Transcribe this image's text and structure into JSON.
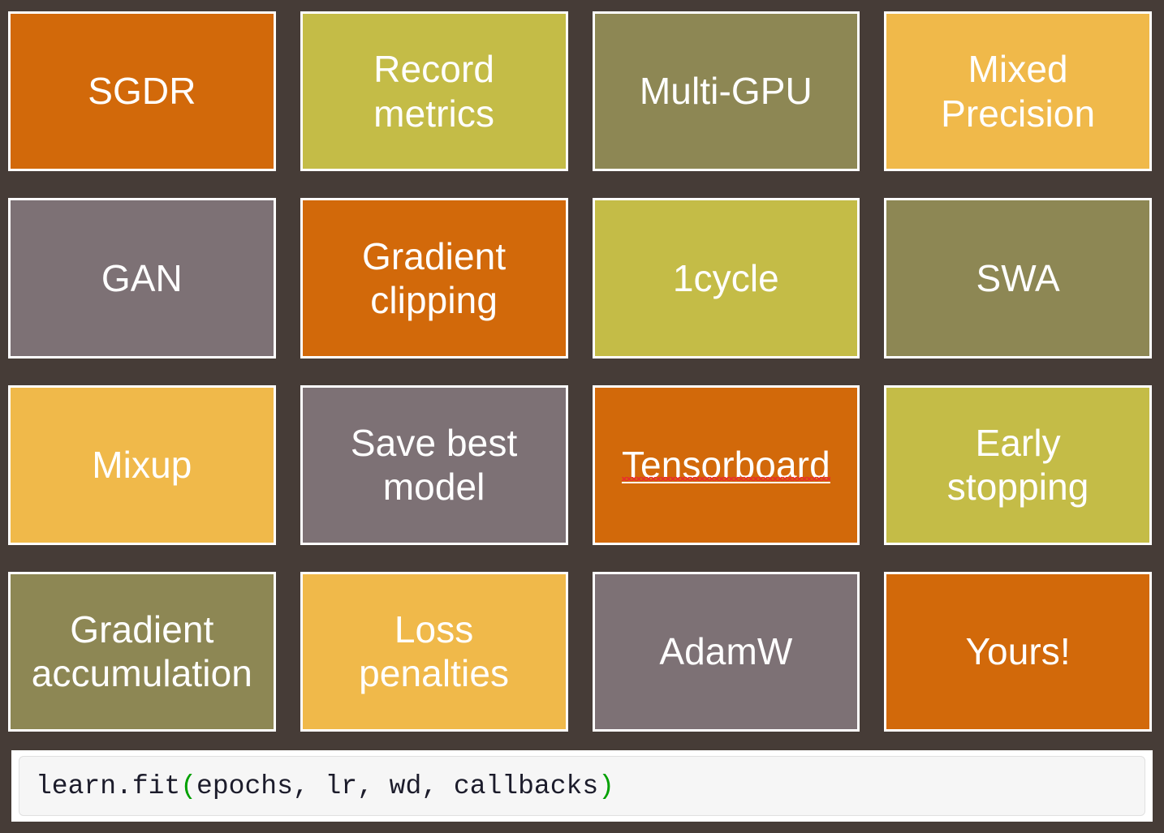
{
  "slide": {
    "background_color": "#463c37",
    "title": "fastai callbacks grid"
  },
  "palette": {
    "orange": "#d2690a",
    "olive_yellow": "#c4bc47",
    "dark_olive": "#8d8754",
    "amber": "#f0b94a",
    "mauve_gray": "#7d7175",
    "tile_border": "#ffffff",
    "tile_text": "#ffffff",
    "spellcheck_squiggle": "#e8312a"
  },
  "grid": {
    "columns": 4,
    "rows": 4,
    "tiles": [
      {
        "label": "SGDR",
        "color": "#d2690a",
        "misspelled": false
      },
      {
        "label": "Record\nmetrics",
        "color": "#c4bc47",
        "misspelled": false
      },
      {
        "label": "Multi-GPU",
        "color": "#8d8754",
        "misspelled": false
      },
      {
        "label": "Mixed\nPrecision",
        "color": "#f0b94a",
        "misspelled": false
      },
      {
        "label": "GAN",
        "color": "#7d7175",
        "misspelled": false
      },
      {
        "label": "Gradient\nclipping",
        "color": "#d2690a",
        "misspelled": false
      },
      {
        "label": "1cycle",
        "color": "#c4bc47",
        "misspelled": false
      },
      {
        "label": "SWA",
        "color": "#8d8754",
        "misspelled": false
      },
      {
        "label": "Mixup",
        "color": "#f0b94a",
        "misspelled": false
      },
      {
        "label": "Save best\nmodel",
        "color": "#7d7175",
        "misspelled": false
      },
      {
        "label": "Tensorboard",
        "color": "#d2690a",
        "misspelled": true
      },
      {
        "label": "Early\nstopping",
        "color": "#c4bc47",
        "misspelled": false
      },
      {
        "label": "Gradient\naccumulation",
        "color": "#8d8754",
        "misspelled": false
      },
      {
        "label": "Loss\npenalties",
        "color": "#f0b94a",
        "misspelled": false
      },
      {
        "label": "AdamW",
        "color": "#7d7175",
        "misspelled": false
      },
      {
        "label": "Yours!",
        "color": "#d2690a",
        "misspelled": false
      }
    ]
  },
  "code_panel": {
    "text": "learn.fit(epochs, lr, wd, callbacks)",
    "segments": [
      {
        "text": "learn.fit",
        "type": "plain"
      },
      {
        "text": "(",
        "type": "paren"
      },
      {
        "text": "epochs, lr, wd, callbacks",
        "type": "plain"
      },
      {
        "text": ")",
        "type": "paren"
      }
    ],
    "paren_color": "#00a000",
    "text_color": "#1c1c2b",
    "box_background": "#f6f6f6",
    "panel_background": "#ffffff"
  }
}
